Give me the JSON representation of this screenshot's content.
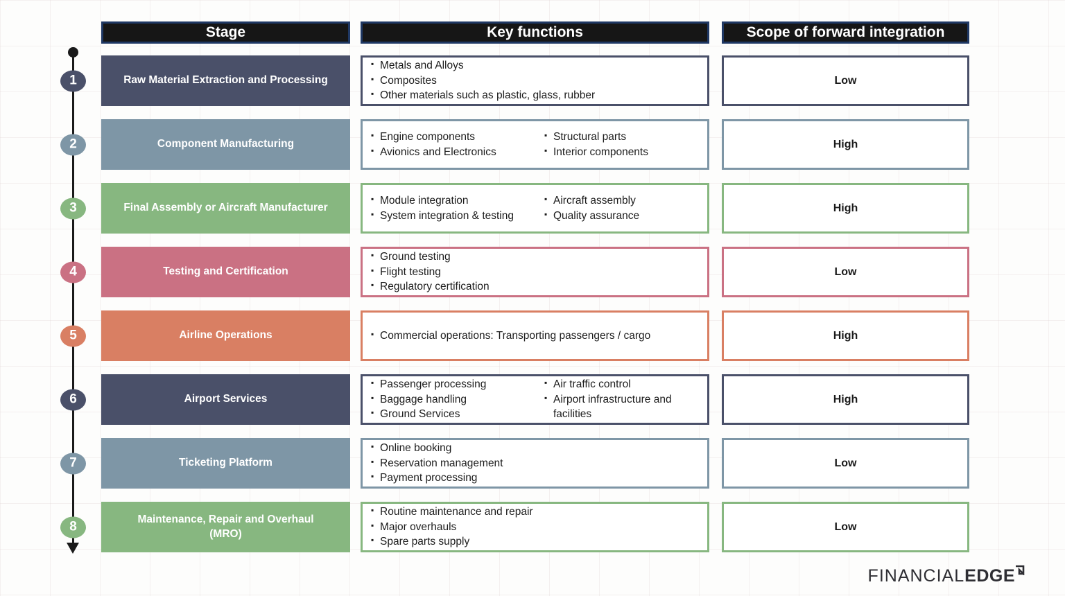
{
  "headers": {
    "stage": "Stage",
    "key_functions": "Key functions",
    "scope": "Scope of forward integration"
  },
  "colors": {
    "dark_slate": "#4A5069",
    "blue_gray": "#7E96A6",
    "green": "#87B780",
    "rose": "#CA7183",
    "coral": "#D97F63",
    "header_bg": "#161616",
    "header_border": "#1F3864",
    "ink": "#1A1A1A"
  },
  "rows": [
    {
      "number": "1",
      "color_key": "dark_slate",
      "stage": "Raw Material Extraction and Processing",
      "functions_col1": [
        "Metals and Alloys",
        "Composites",
        "Other materials such as plastic, glass, rubber"
      ],
      "functions_col2": [],
      "scope": "Low"
    },
    {
      "number": "2",
      "color_key": "blue_gray",
      "stage": "Component Manufacturing",
      "functions_col1": [
        "Engine components",
        "Avionics and Electronics"
      ],
      "functions_col2": [
        "Structural parts",
        "Interior components"
      ],
      "scope": "High"
    },
    {
      "number": "3",
      "color_key": "green",
      "stage": "Final Assembly or Aircraft Manufacturer",
      "functions_col1": [
        "Module integration",
        "System integration & testing"
      ],
      "functions_col2": [
        "Aircraft assembly",
        "Quality assurance"
      ],
      "scope": "High"
    },
    {
      "number": "4",
      "color_key": "rose",
      "stage": "Testing and Certification",
      "functions_col1": [
        "Ground testing",
        "Flight testing",
        "Regulatory certification"
      ],
      "functions_col2": [],
      "scope": "Low"
    },
    {
      "number": "5",
      "color_key": "coral",
      "stage": "Airline Operations",
      "functions_col1": [
        "Commercial operations: Transporting passengers / cargo"
      ],
      "functions_col2": [],
      "scope": "High"
    },
    {
      "number": "6",
      "color_key": "dark_slate",
      "stage": "Airport Services",
      "functions_col1": [
        "Passenger processing",
        "Baggage handling",
        "Ground Services"
      ],
      "functions_col2": [
        "Air traffic control",
        "Airport infrastructure and facilities"
      ],
      "scope": "High"
    },
    {
      "number": "7",
      "color_key": "blue_gray",
      "stage": "Ticketing Platform",
      "functions_col1": [
        "Online booking",
        "Reservation management",
        "Payment processing"
      ],
      "functions_col2": [],
      "scope": "Low"
    },
    {
      "number": "8",
      "color_key": "green",
      "stage": "Maintenance, Repair and Overhaul (MRO)",
      "functions_col1": [
        "Routine maintenance and repair",
        "Major overhauls",
        "Spare parts supply"
      ],
      "functions_col2": [],
      "scope": "Low"
    }
  ],
  "logo": {
    "thin": "FINANCIAL",
    "bold": "EDGE"
  }
}
